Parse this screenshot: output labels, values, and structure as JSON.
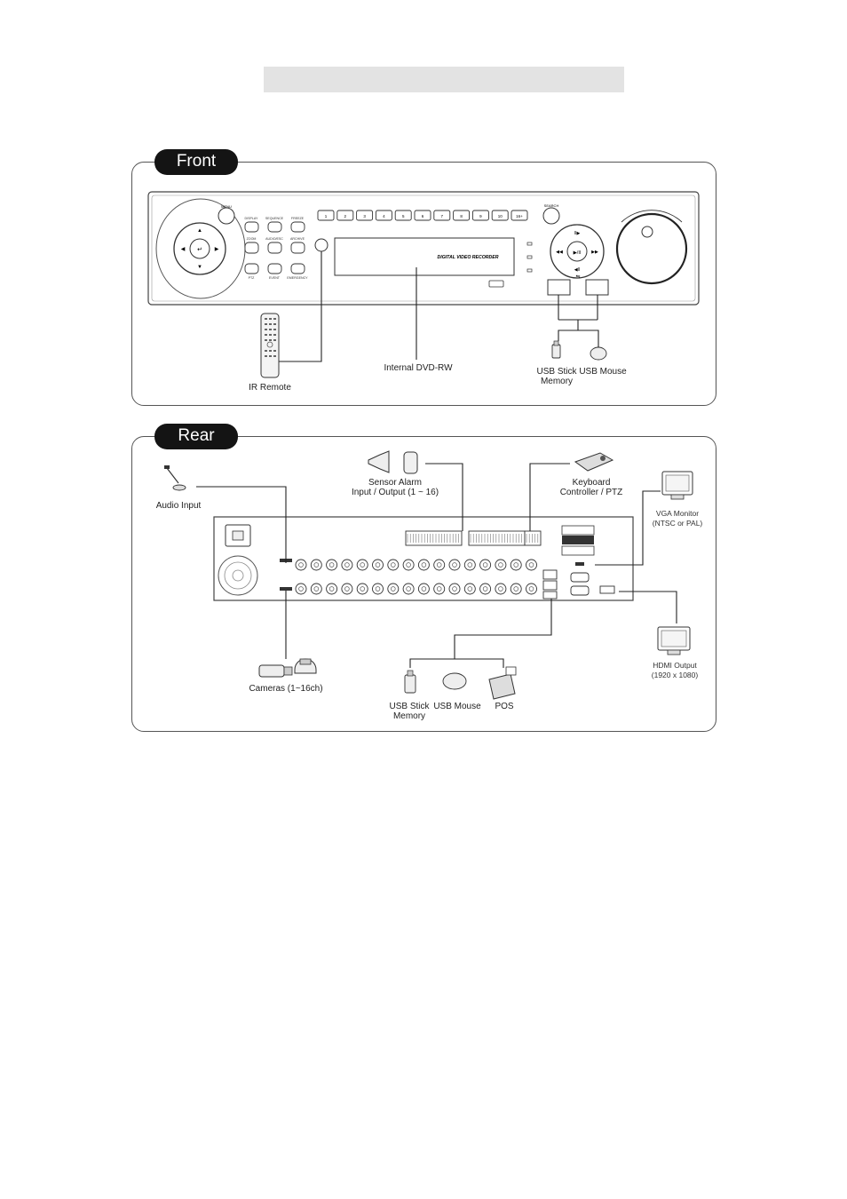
{
  "front": {
    "tab_label": "Front",
    "device_title": "DIGITAL VIDEO RECORDER",
    "channel_buttons": [
      "1",
      "2",
      "3",
      "4",
      "5",
      "6",
      "7",
      "8",
      "9",
      "10",
      "16+"
    ],
    "callouts": {
      "ir_remote": "IR Remote",
      "dvd": "Internal DVD-RW",
      "usb_stick_line1": "USB Stick",
      "usb_stick_line2": "Memory",
      "usb_mouse": "USB Mouse"
    }
  },
  "rear": {
    "tab_label": "Rear",
    "callouts": {
      "audio_input": "Audio Input",
      "sensor_line1": "Sensor Alarm",
      "sensor_line2": "Input / Output (1 ~ 16)",
      "keyboard_line1": "Keyboard",
      "keyboard_line2": "Controller / PTZ",
      "vga_line1": "VGA Monitor",
      "vga_line2": "(NTSC or PAL)",
      "hdmi_line1": "HDMI Output",
      "hdmi_line2": "(1920 x 1080)",
      "cameras": "Cameras (1~16ch)",
      "usb_stick_line1": "USB Stick",
      "usb_stick_line2": "Memory",
      "usb_mouse": "USB Mouse",
      "pos": "POS"
    }
  }
}
